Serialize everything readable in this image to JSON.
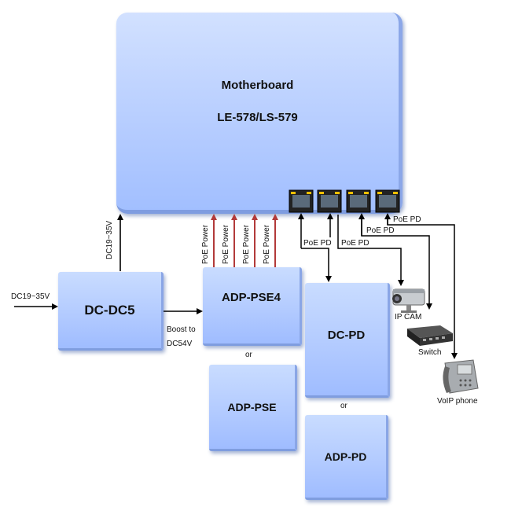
{
  "motherboard": {
    "title": "Motherboard",
    "model": "LE-578/LS-579"
  },
  "blocks": {
    "dcdc5": "DC-DC5",
    "adp_pse4": "ADP-PSE4",
    "adp_pse": "ADP-PSE",
    "dc_pd": "DC-PD",
    "adp_pd": "ADP-PD"
  },
  "labels": {
    "input_voltage": "DC19~35V",
    "output_voltage": "DC19~35V",
    "boost_line1": "Boost to",
    "boost_line2": "DC54V",
    "or": "or",
    "poe_power": "PoE Power",
    "poe_pd": "PoE PD"
  },
  "devices": {
    "ip_cam": "IP CAM",
    "switch": "Switch",
    "voip_phone": "VoIP phone"
  },
  "colors": {
    "box": "#b3cbff",
    "poe_power_arrow": "#b23a3a",
    "wire": "#000000"
  }
}
